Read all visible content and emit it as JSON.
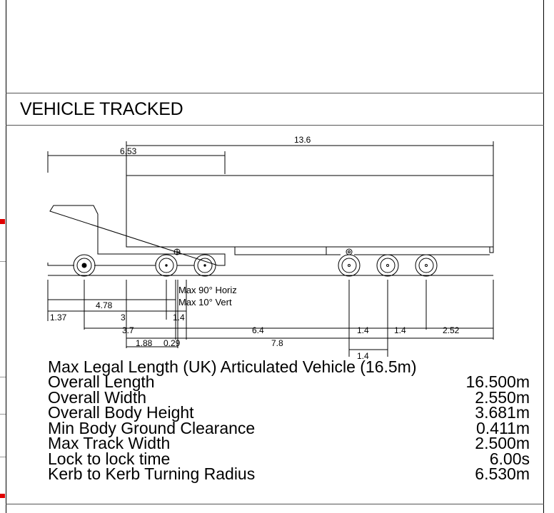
{
  "section_title": "VEHICLE TRACKED",
  "dimensions": {
    "top_overall": "13.6",
    "top_cab": "6.53",
    "d1_37": "1.37",
    "d4_78": "4.78",
    "d3": "3",
    "d1_4_a": "1.4",
    "d3_7": "3.7",
    "d1_88": "1.88",
    "d0_29": "0.29",
    "d6_4": "6.4",
    "d7_8": "7.8",
    "d1_4_b": "1.4",
    "d1_4_c": "1.4",
    "d2_52": "2.52",
    "d1_4_d": "1.4"
  },
  "articulation": {
    "horiz": "Max 90° Horiz",
    "vert": "Max 10° Vert"
  },
  "specs": {
    "heading": "Max Legal Length (UK) Articulated Vehicle (16.5m)",
    "rows": [
      {
        "label": "Overall Length",
        "value": "16.500m"
      },
      {
        "label": "Overall Width",
        "value": "2.550m"
      },
      {
        "label": "Overall Body Height",
        "value": "3.681m"
      },
      {
        "label": "Min Body Ground Clearance",
        "value": "0.411m"
      },
      {
        "label": "Max Track Width",
        "value": "2.500m"
      },
      {
        "label": "Lock to lock time",
        "value": "6.00s"
      },
      {
        "label": "Kerb to Kerb Turning Radius",
        "value": "6.530m"
      }
    ]
  },
  "colors": {
    "line": "#000000",
    "edge_marker": "#e00000"
  }
}
